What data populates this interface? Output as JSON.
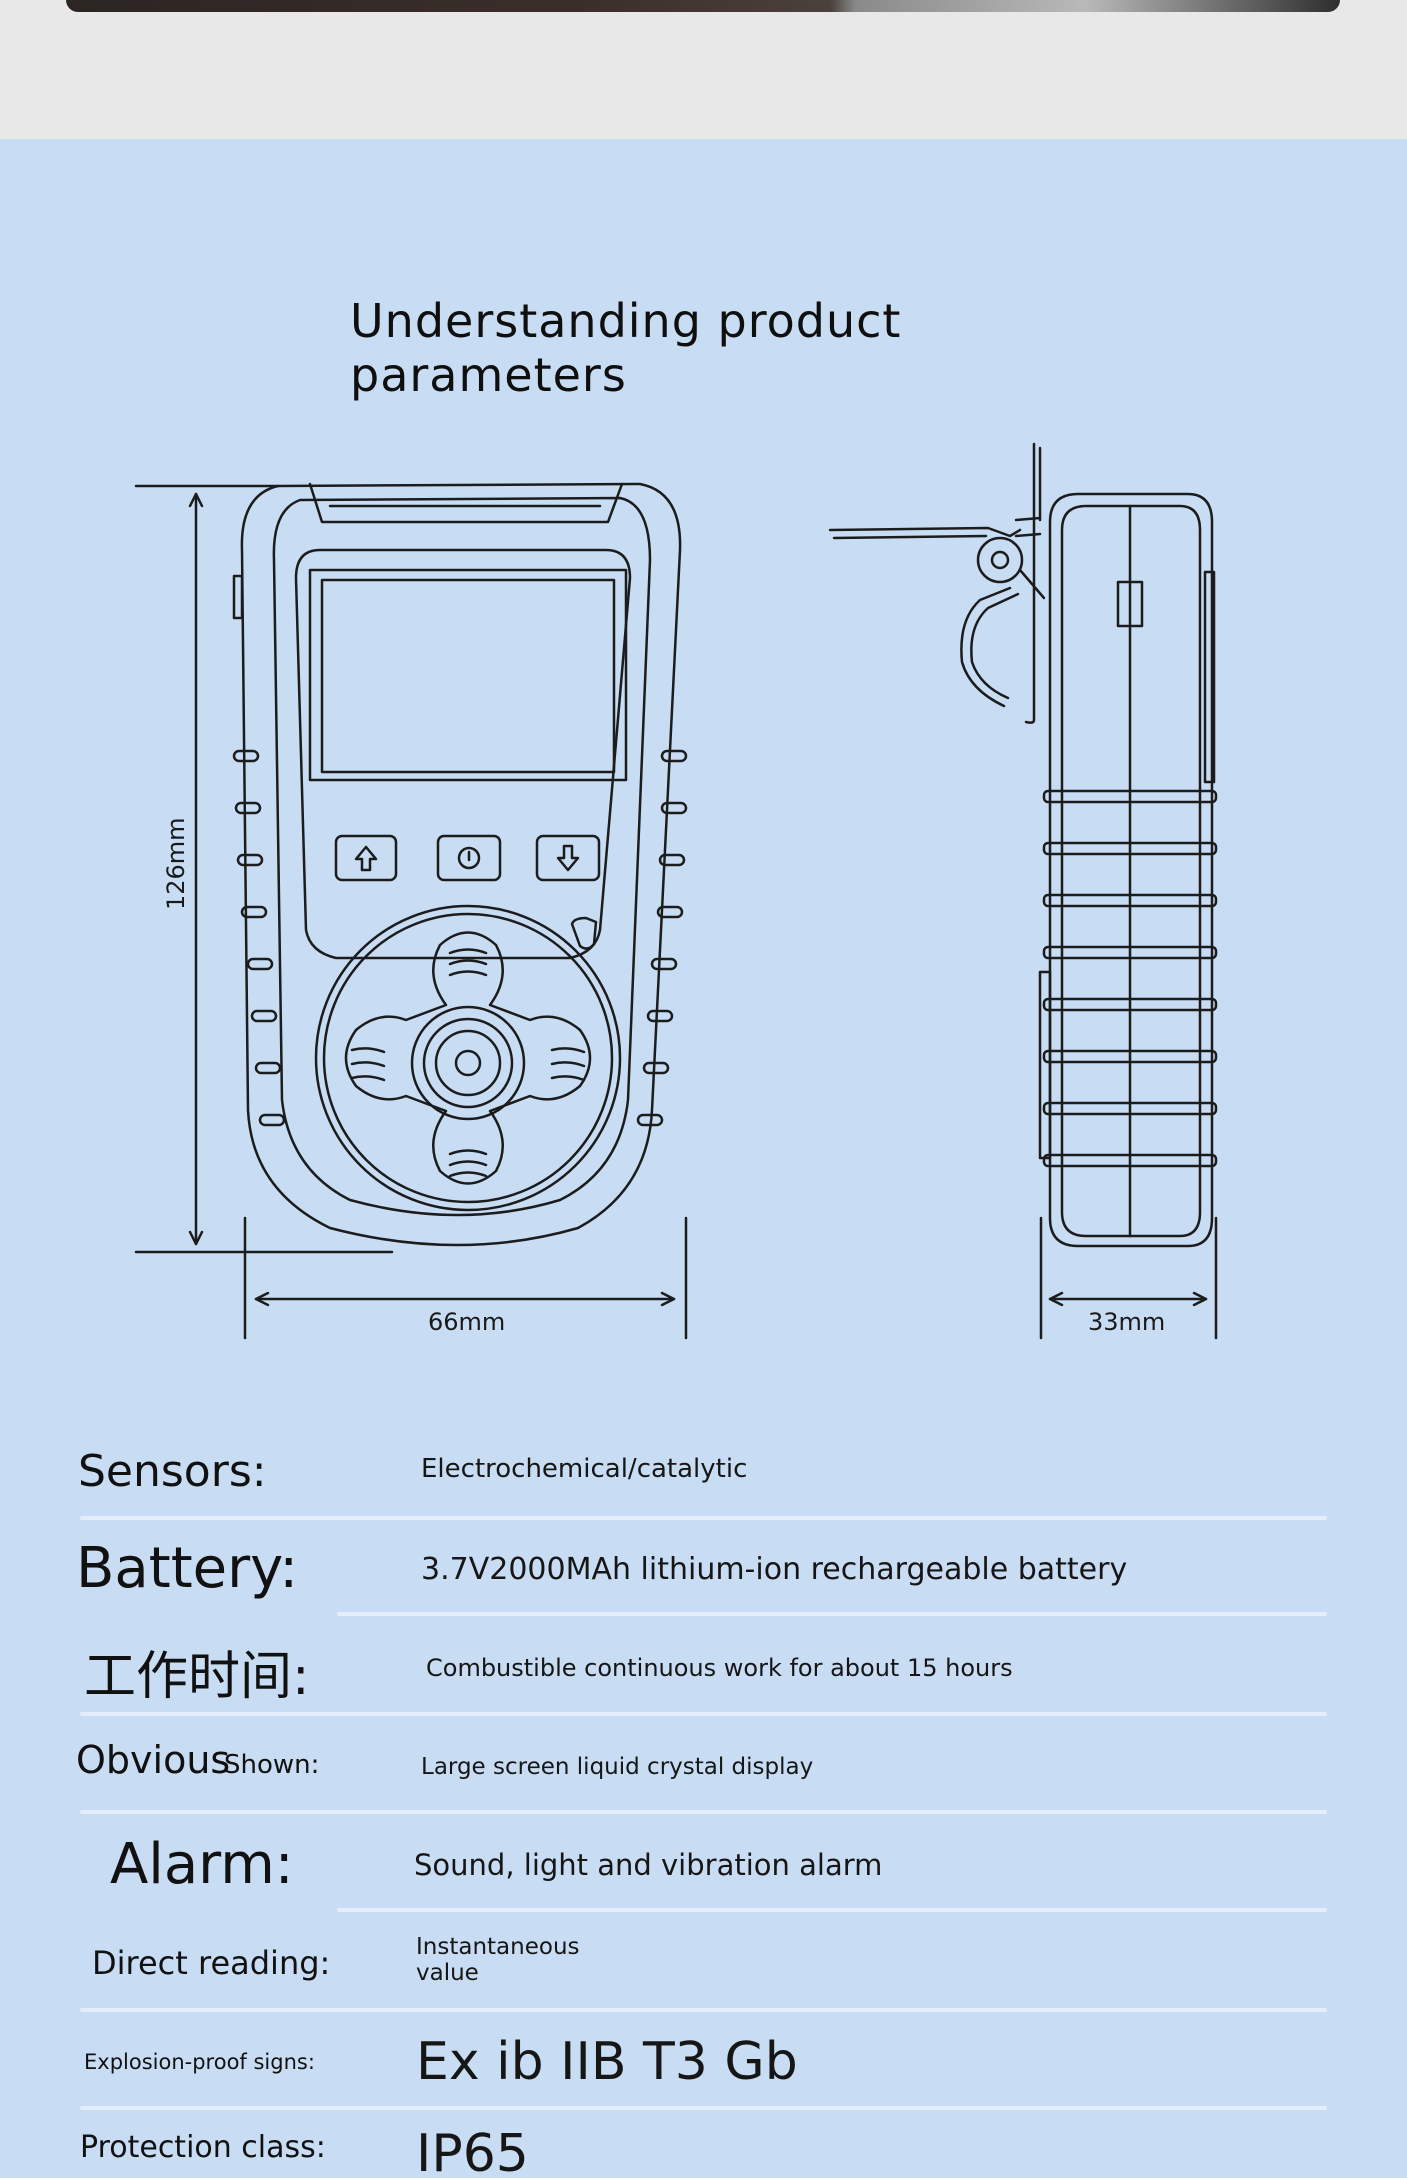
{
  "header": {
    "title_line1": "Understanding product",
    "title_line2": "parameters"
  },
  "dimensions": {
    "height": "126mm",
    "width": "66mm",
    "depth": "33mm"
  },
  "specs": [
    {
      "label": "Sensors:",
      "value": "Electrochemical/catalytic"
    },
    {
      "label": "Battery:",
      "value": "3.7V2000MAh lithium-ion rechargeable battery"
    },
    {
      "label": "工作时间:",
      "value": "Combustible continuous work for about 15 hours"
    },
    {
      "label_a": "Obvious",
      "label_b": "Shown:",
      "value": "Large screen liquid crystal display"
    },
    {
      "label": "Alarm:",
      "value": "Sound, light and vibration alarm"
    },
    {
      "label": "Direct reading:",
      "value_line1": "Instantaneous",
      "value_line2": "value"
    },
    {
      "label": "Explosion-proof signs:",
      "value": "Ex ib IIB T3 Gb"
    },
    {
      "label": "Protection class:",
      "value": "IP65"
    }
  ],
  "colors": {
    "panel": "#c8ddf3",
    "top_band": "#e8e8e8",
    "divider": "#e3eefa",
    "line": "#1c1c1c"
  }
}
